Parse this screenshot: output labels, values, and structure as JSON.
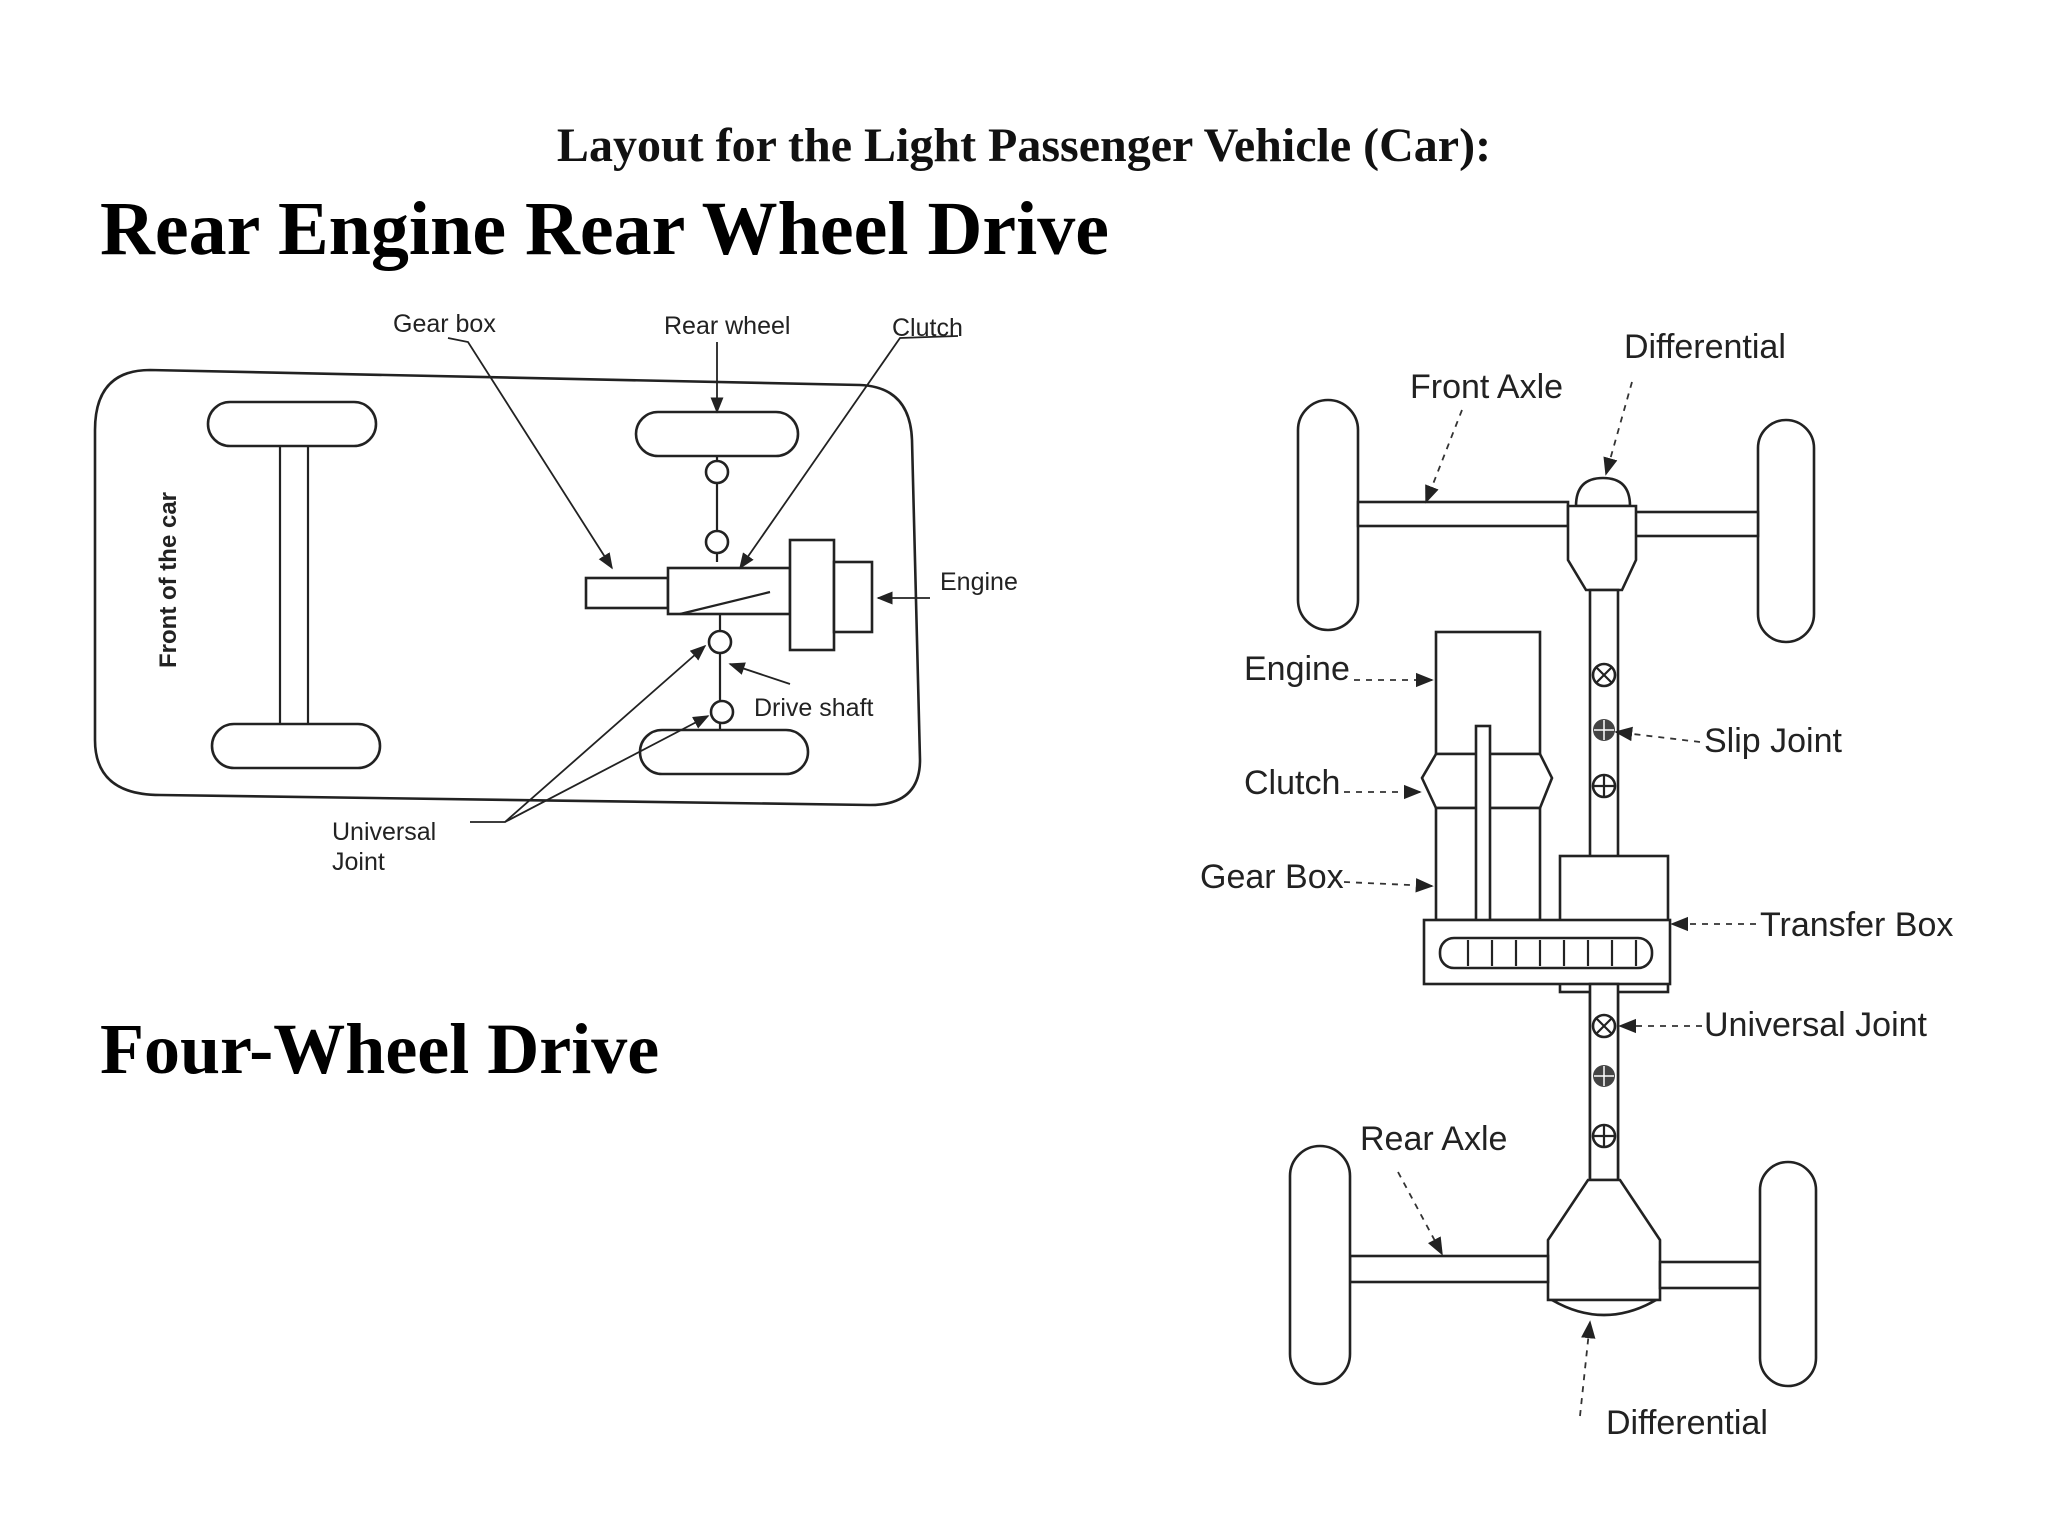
{
  "page_title": "Layout for the Light Passenger Vehicle (Car):",
  "sections": {
    "rear_engine": "Rear Engine Rear Wheel Drive",
    "four_wheel": "Four-Wheel Drive"
  },
  "rwd_labels": {
    "gear_box": "Gear box",
    "rear_wheel": "Rear wheel",
    "clutch": "Clutch",
    "engine": "Engine",
    "drive_shaft": "Drive shaft",
    "universal": "Universal",
    "joint": "Joint",
    "front_of_car": "Front of the car"
  },
  "fwd_labels": {
    "differential_top": "Differential",
    "front_axle": "Front Axle",
    "engine": "Engine",
    "slip_joint": "Slip Joint",
    "clutch": "Clutch",
    "gear_box": "Gear Box",
    "transfer_box": "Transfer Box",
    "universal_joint": "Universal Joint",
    "rear_axle": "Rear Axle",
    "differential_bottom": "Differential"
  }
}
